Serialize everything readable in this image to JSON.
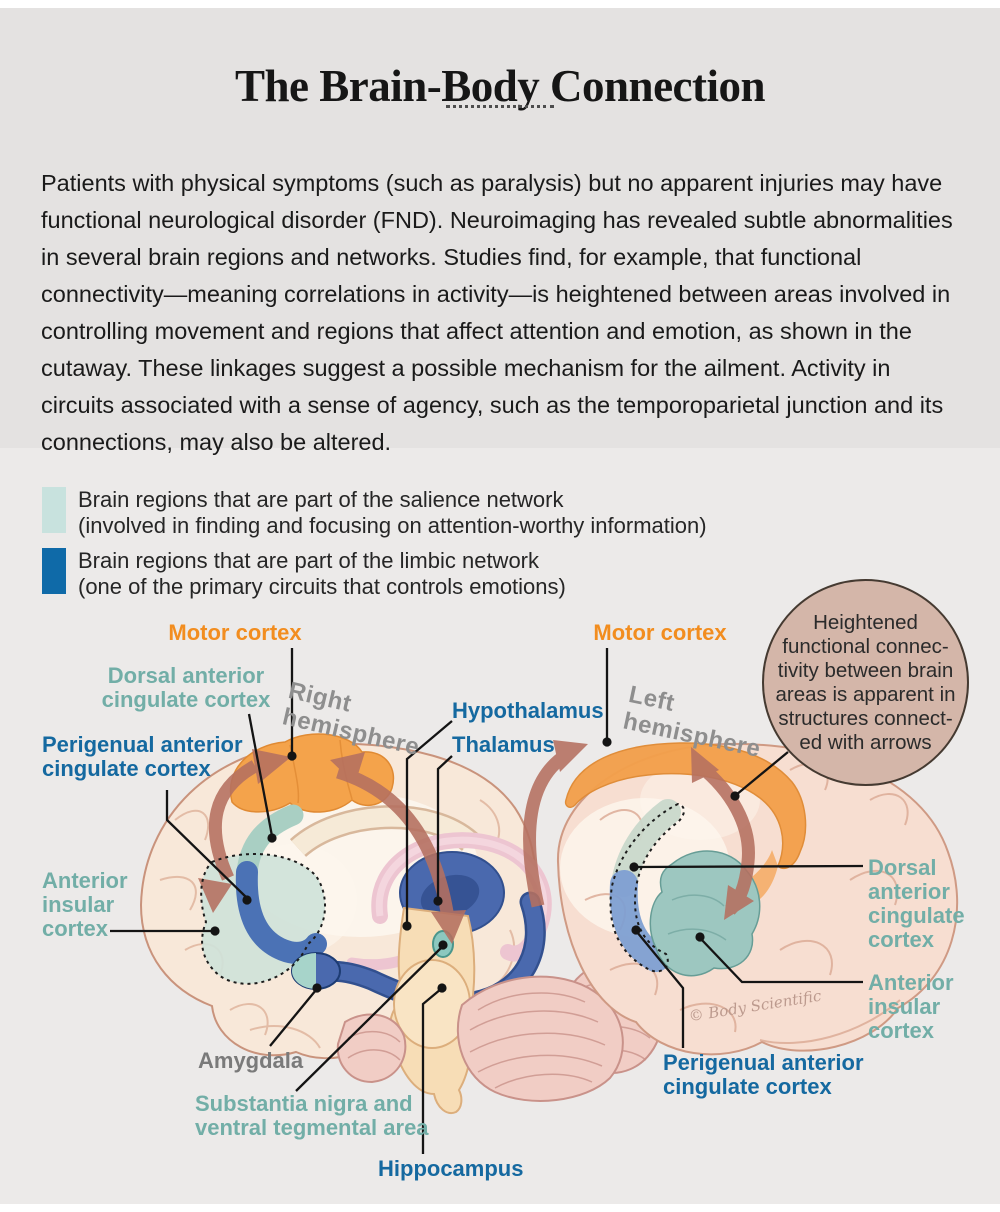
{
  "header": {
    "title": "The Brain-Body Connection"
  },
  "intro": {
    "text": "Patients with physical symptoms (such as paralysis) but no apparent injuries may have functional neurological disorder (FND). Neuroimaging has revealed subtle abnormalities in several brain regions and networks. Studies find, for example, that functional connectivity—meaning correlations in activity—is heightened between areas involved in controlling movement and regions that affect attention and emotion, as shown in the cutaway. These linkages suggest a possible mechanism for the ailment. Activity in circuits associated with a sense of agency, such as the temporoparietal junction and its connections, may also be altered."
  },
  "legend": {
    "items": [
      {
        "swatch_color": "#c8e2de",
        "line1": "Brain regions that are part of the salience network",
        "line2": "(involved in finding and focusing on attention-worthy information)"
      },
      {
        "swatch_color": "#0f6aa8",
        "line1": "Brain regions that are part of the limbic network",
        "line2": "(one of the primary circuits that controls emotions)"
      }
    ]
  },
  "callout": {
    "lines": [
      "Heightened",
      "functional connec-",
      "tivity between brain",
      "areas is apparent in",
      "structures connect-",
      "ed with arrows"
    ]
  },
  "diagram": {
    "hemisphere_labels": {
      "left_brain": [
        "Right",
        "hemisphere"
      ],
      "right_brain": [
        "Left",
        "hemisphere"
      ]
    },
    "labels": {
      "motor_cortex_left": "Motor cortex",
      "motor_cortex_right": "Motor cortex",
      "dacc_left": [
        "Dorsal anterior",
        "cingulate cortex"
      ],
      "pacc_left": [
        "Perigenual anterior",
        "cingulate cortex"
      ],
      "aic_left": [
        "Anterior",
        "insular",
        "cortex"
      ],
      "hypothalamus": "Hypothalamus",
      "thalamus": "Thalamus",
      "amygdala": "Amygdala",
      "snvta": [
        "Substantia nigra and",
        "ventral tegmental area"
      ],
      "hippocampus": "Hippocampus",
      "dacc_right": [
        "Dorsal",
        "anterior",
        "cingulate",
        "cortex"
      ],
      "aic_right": [
        "Anterior",
        "insular",
        "cortex"
      ],
      "pacc_right": [
        "Perigenual anterior",
        "cingulate cortex"
      ]
    },
    "watermark": "© Body Scientific"
  },
  "colors": {
    "label_orange": "#f28d1f",
    "label_teal": "#72aea7",
    "label_blue": "#1569a0",
    "label_gray": "#8e8e8e",
    "salience_swatch": "#c8e2de",
    "limbic_swatch": "#0f6aa8",
    "arrow": "#b57060",
    "callout_fill": "#d4b6a9",
    "band_top_bg": "#e4e2e1",
    "band_bottom_bg": "#eceae9"
  }
}
